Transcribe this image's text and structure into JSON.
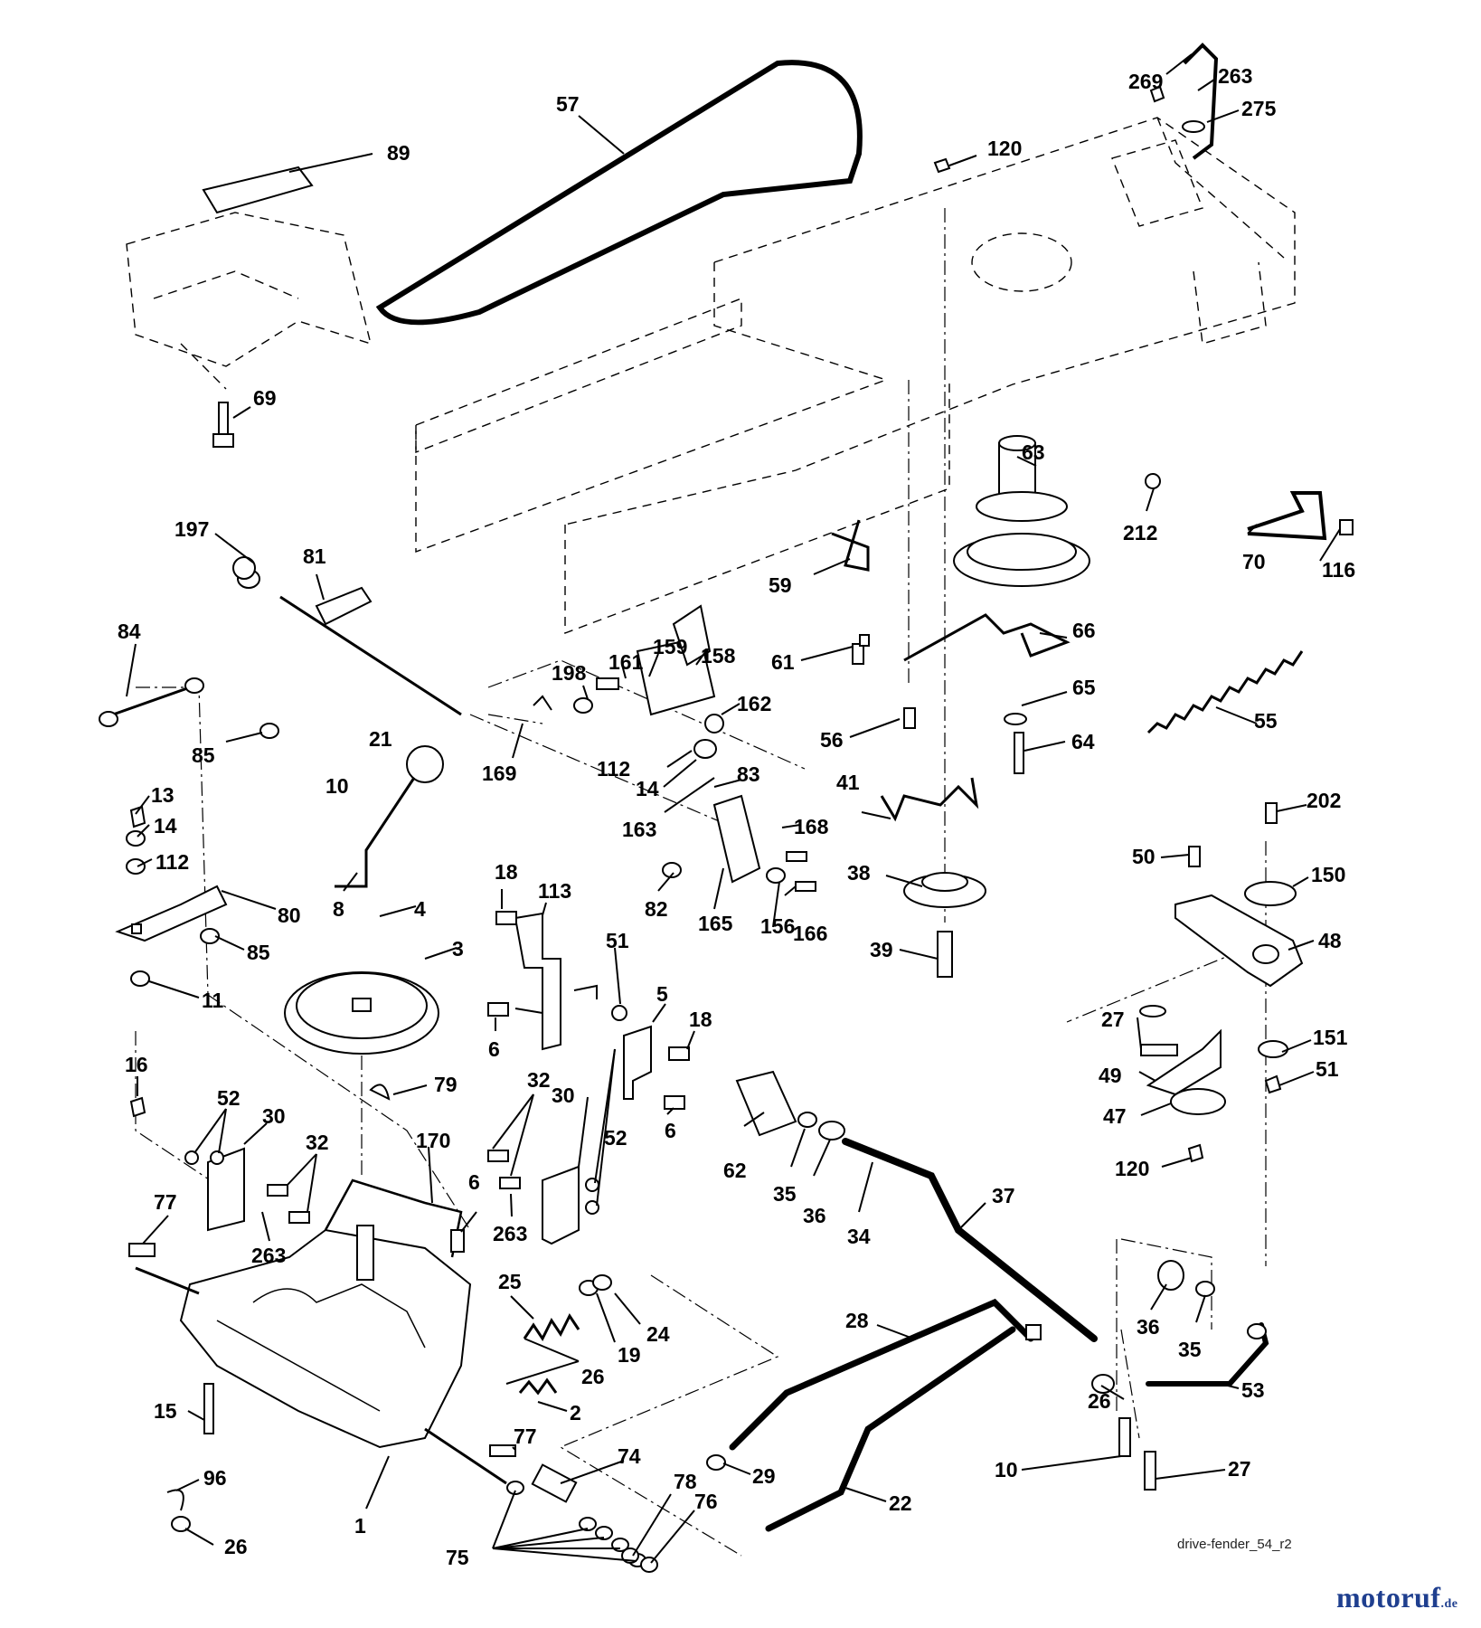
{
  "diagram": {
    "drawing_ref": "drive-fender_54_r2",
    "brand": {
      "name": "motoruf",
      "tld": ".de"
    },
    "colors": {
      "ink": "#000000",
      "paper": "#ffffff",
      "brand": "#1f3f8f",
      "brand_accent": "#d03a1e"
    },
    "callouts": [
      "89",
      "57",
      "269",
      "263",
      "275",
      "120",
      "69",
      "197",
      "81",
      "84",
      "85",
      "198",
      "161",
      "159",
      "158",
      "162",
      "169",
      "21",
      "112",
      "14",
      "83",
      "163",
      "10",
      "13",
      "14",
      "112",
      "80",
      "85",
      "11",
      "168",
      "82",
      "165",
      "156",
      "166",
      "18",
      "113",
      "51",
      "8",
      "4",
      "3",
      "6",
      "5",
      "18",
      "6",
      "79",
      "16",
      "52",
      "30",
      "32",
      "170",
      "77",
      "263",
      "52",
      "30",
      "32",
      "263",
      "6",
      "25",
      "24",
      "19",
      "26",
      "2",
      "15",
      "77",
      "74",
      "1",
      "96",
      "26",
      "75",
      "78",
      "76",
      "63",
      "212",
      "59",
      "61",
      "56",
      "66",
      "65",
      "64",
      "55",
      "70",
      "116",
      "41",
      "38",
      "39",
      "202",
      "50",
      "150",
      "48",
      "27",
      "151",
      "51",
      "49",
      "47",
      "120",
      "62",
      "35",
      "36",
      "34",
      "37",
      "28",
      "36",
      "35",
      "26",
      "53",
      "10",
      "27",
      "29",
      "22"
    ]
  }
}
